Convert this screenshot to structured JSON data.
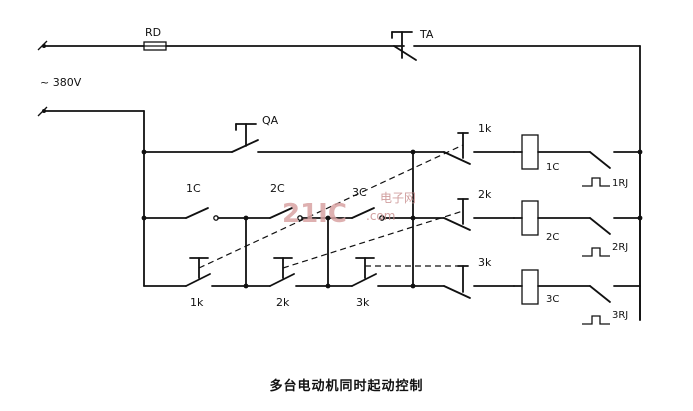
{
  "caption": "多台电动机同时起动控制",
  "supply": {
    "voltage": "~ 380V"
  },
  "labels": {
    "fuse": "RD",
    "stop": "TA",
    "start": "QA",
    "k1": "1k",
    "k2": "2k",
    "k3": "3k",
    "c1": "1C",
    "c2": "2C",
    "c3": "3C",
    "rt1": "1RJ",
    "rt2": "2RJ",
    "rt3": "3RJ",
    "coil1": "1C",
    "coil2": "2C",
    "coil3": "3C",
    "kb1": "1k",
    "kb2": "2k",
    "kb3": "3k"
  },
  "watermark": {
    "logo": "21IC",
    "cn": "电子网",
    "com": ".com"
  }
}
